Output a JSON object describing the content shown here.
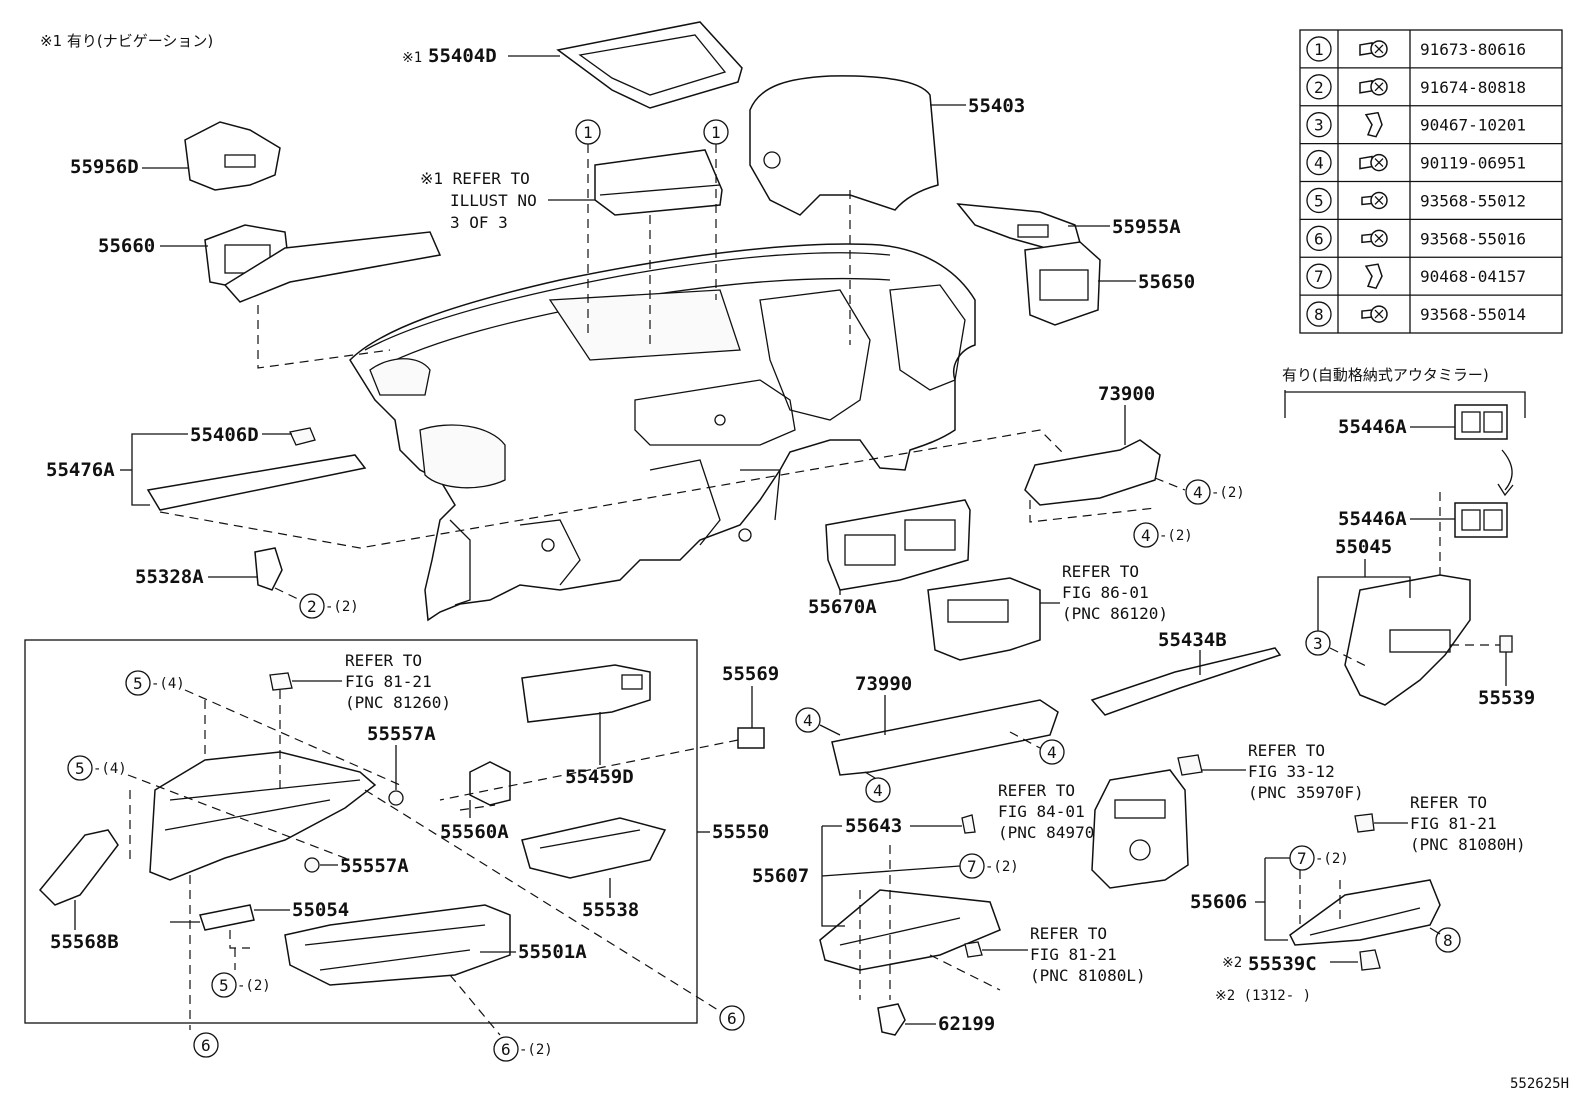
{
  "header_note": "※1 有り(ナビゲーション)",
  "footer_code": "552625H",
  "note2": "※2 (1312-        )",
  "mirror_note": "有り(自動格納式アウタミラー)",
  "fastener_table": [
    {
      "num": "1",
      "icon": "bolt-icon",
      "part": "91673-80616"
    },
    {
      "num": "2",
      "icon": "bolt-icon",
      "part": "91674-80818"
    },
    {
      "num": "3",
      "icon": "clip-icon",
      "part": "90467-10201"
    },
    {
      "num": "4",
      "icon": "bolt-icon",
      "part": "90119-06951"
    },
    {
      "num": "5",
      "icon": "screw-icon",
      "part": "93568-55012"
    },
    {
      "num": "6",
      "icon": "screw-icon",
      "part": "93568-55016"
    },
    {
      "num": "7",
      "icon": "clip-icon",
      "part": "90468-04157"
    },
    {
      "num": "8",
      "icon": "screw-icon",
      "part": "93568-55014"
    }
  ],
  "parts": {
    "p55404D": "55404D",
    "p55403": "55403",
    "p55956D": "55956D",
    "p55660": "55660",
    "p55955A": "55955A",
    "p55650": "55650",
    "p55406D": "55406D",
    "p55476A": "55476A",
    "p55328A": "55328A",
    "p73900": "73900",
    "p55670A": "55670A",
    "p55446A_1": "55446A",
    "p55446A_2": "55446A",
    "p55045": "55045",
    "p55539": "55539",
    "p55434B": "55434B",
    "p55569": "55569",
    "p73990": "73990",
    "p55459D": "55459D",
    "p55557A_1": "55557A",
    "p55557A_2": "55557A",
    "p55560A": "55560A",
    "p55550": "55550",
    "p55538": "55538",
    "p55054": "55054",
    "p55568B": "55568B",
    "p55501A": "55501A",
    "p55643": "55643",
    "p55607": "55607",
    "p62199": "62199",
    "p55606": "55606",
    "p55539C": "55539C"
  },
  "markers": {
    "m1": "※1",
    "m2": "※2"
  },
  "refers": {
    "r_illust": [
      "※1 REFER TO",
      "ILLUST NO",
      "3 OF 3"
    ],
    "r86": [
      "REFER TO",
      "FIG 86-01",
      "(PNC 86120)"
    ],
    "r81_260": [
      "REFER TO",
      "FIG 81-21",
      "(PNC 81260)"
    ],
    "r84": [
      "REFER TO",
      "FIG 84-01",
      "(PNC 84970)"
    ],
    "r33": [
      "REFER TO",
      "FIG 33-12",
      "(PNC 35970F)"
    ],
    "r81_080H": [
      "REFER TO",
      "FIG 81-21",
      "(PNC 81080H)"
    ],
    "r81_080L": [
      "REFER TO",
      "FIG 81-21",
      "(PNC 81080L)"
    ]
  },
  "callouts": {
    "c1a": "1",
    "c1b": "1",
    "c2": "2",
    "c2q": "-(2)",
    "c4a": "4",
    "c4aq": "-(2)",
    "c4b": "4",
    "c4bq": "-(2)",
    "c3": "3",
    "c5a": "5",
    "c5aq": "-(4)",
    "c5b": "5",
    "c5bq": "-(4)",
    "c5c": "5",
    "c5cq": "-(2)",
    "c6a": "6",
    "c6b": "6",
    "c6c": "6",
    "c6cq": "-(2)",
    "c4c": "4",
    "c4d": "4",
    "c4e": "4",
    "c7a": "7",
    "c7aq": "-(2)",
    "c7b": "7",
    "c7bq": "-(2)",
    "c8": "8"
  }
}
